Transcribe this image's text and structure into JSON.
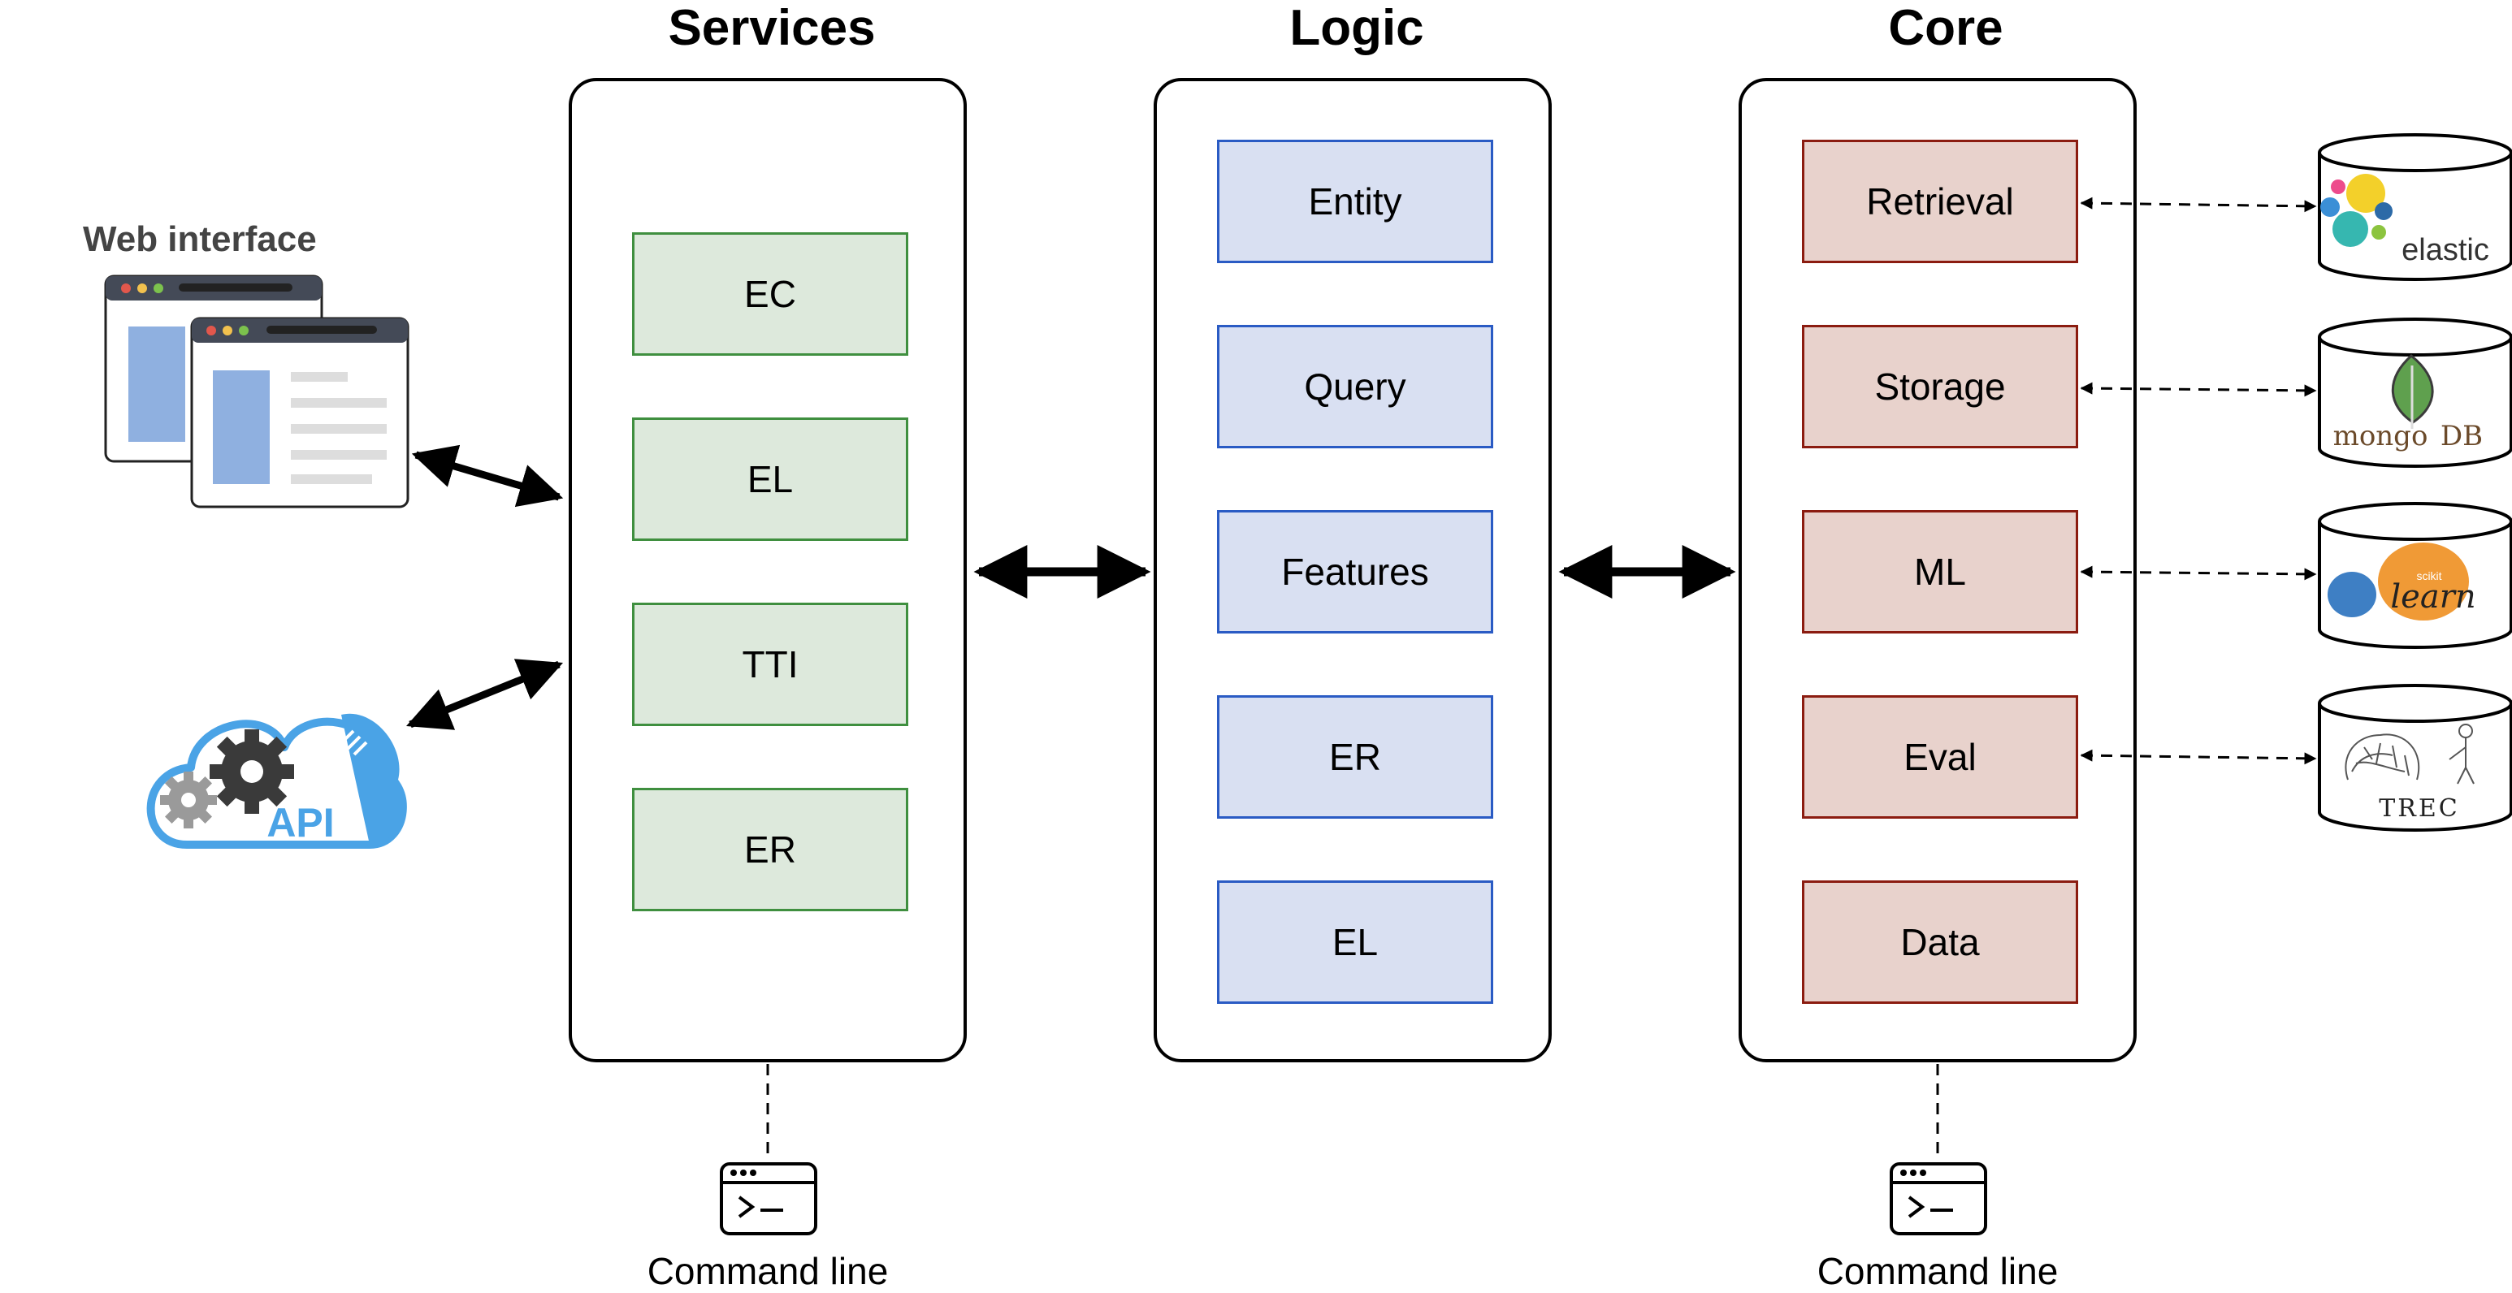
{
  "columns": [
    {
      "title": "Services",
      "items": [
        "EC",
        "EL",
        "TTI",
        "ER"
      ]
    },
    {
      "title": "Logic",
      "items": [
        "Entity",
        "Query",
        "Features",
        "ER",
        "EL"
      ]
    },
    {
      "title": "Core",
      "items": [
        "Retrieval",
        "Storage",
        "ML",
        "Eval",
        "Data"
      ]
    }
  ],
  "clients": {
    "web_label": "Web interface",
    "api_label": "API"
  },
  "command_line": {
    "services_label": "Command line",
    "core_label": "Command line"
  },
  "backends": {
    "elastic": "elastic",
    "mongodb_prefix": "mongo",
    "mongodb_suffix": "DB",
    "sklearn_small": "scikit",
    "sklearn": "learn",
    "trec": "TREC"
  },
  "colors": {
    "services_fill": "#dde9dc",
    "services_border": "#3f8f3f",
    "logic_fill": "#d9e0f2",
    "logic_border": "#2a5bc4",
    "core_fill": "#e8d2cc",
    "core_border": "#8b1c10"
  }
}
